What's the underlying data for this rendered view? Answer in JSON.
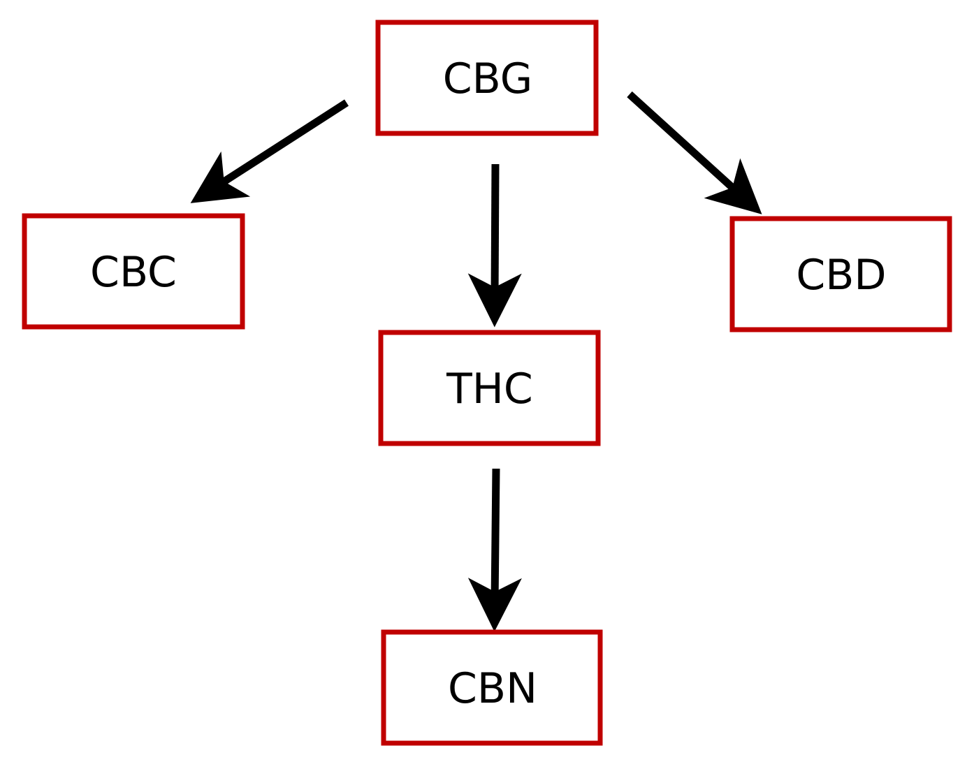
{
  "diagram": {
    "colors": {
      "box_border": "#c00000",
      "arrow": "#000000",
      "background": "#ffffff"
    },
    "nodes": {
      "cbg": {
        "label": "CBG"
      },
      "cbc": {
        "label": "CBC"
      },
      "thc": {
        "label": "THC"
      },
      "cbd": {
        "label": "CBD"
      },
      "cbn": {
        "label": "CBN"
      }
    },
    "edges": [
      {
        "from": "CBG",
        "to": "CBC"
      },
      {
        "from": "CBG",
        "to": "THC"
      },
      {
        "from": "CBG",
        "to": "CBD"
      },
      {
        "from": "THC",
        "to": "CBN"
      }
    ]
  }
}
